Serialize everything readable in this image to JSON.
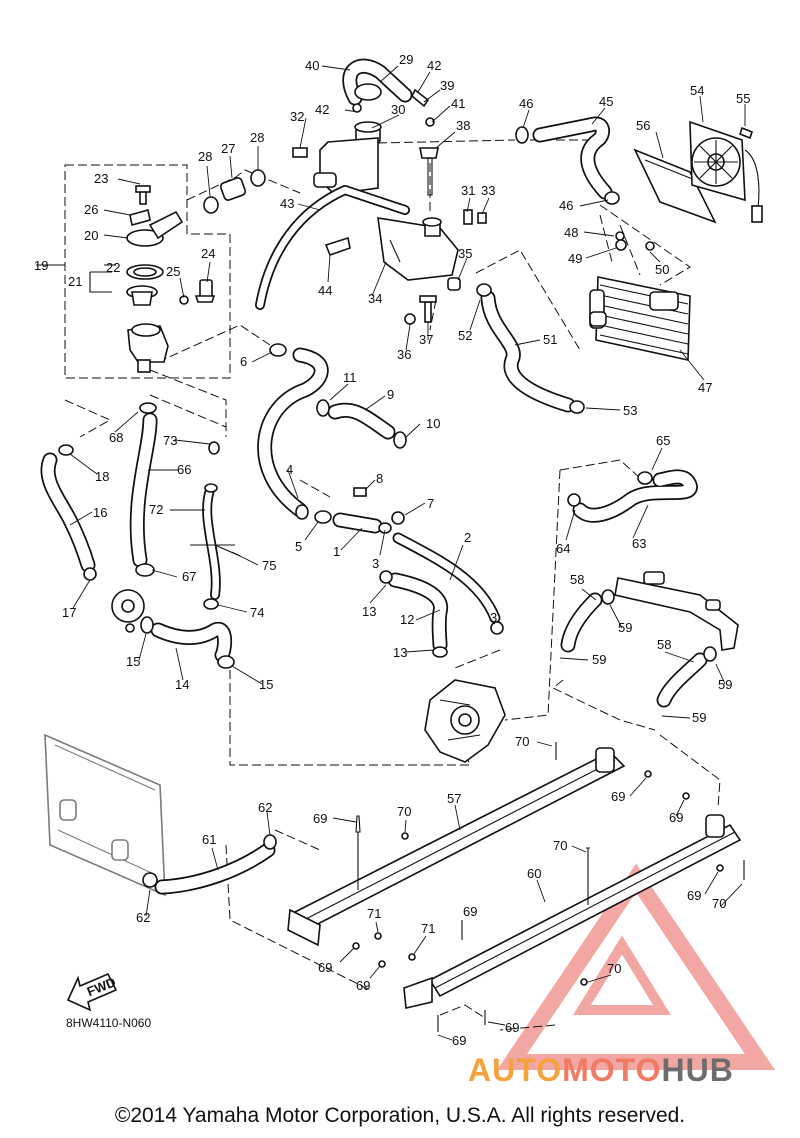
{
  "diagram_code": "8HW4110-N060",
  "fwd_label": "FWD",
  "copyright": "©2014 Yamaha Motor Corporation, U.S.A. All rights reserved.",
  "watermark": {
    "part1": "AUTO",
    "part2": "MOTO",
    "part3": "HUB"
  },
  "colors": {
    "watermark_orange": "#f5a23c",
    "watermark_red": "#e9605a",
    "watermark_grey": "#6d6d6d",
    "line": "#111111"
  },
  "callouts": [
    {
      "id": "c40",
      "text": "40"
    },
    {
      "id": "c29",
      "text": "29"
    },
    {
      "id": "c42a",
      "text": "42"
    },
    {
      "id": "c39",
      "text": "39"
    },
    {
      "id": "c42b",
      "text": "42"
    },
    {
      "id": "c30",
      "text": "30"
    },
    {
      "id": "c41",
      "text": "41"
    },
    {
      "id": "c32",
      "text": "32"
    },
    {
      "id": "c38",
      "text": "38"
    },
    {
      "id": "c46a",
      "text": "46"
    },
    {
      "id": "c45",
      "text": "45"
    },
    {
      "id": "c54",
      "text": "54"
    },
    {
      "id": "c55",
      "text": "55"
    },
    {
      "id": "c56",
      "text": "56"
    },
    {
      "id": "c28a",
      "text": "28"
    },
    {
      "id": "c27",
      "text": "27"
    },
    {
      "id": "c28b",
      "text": "28"
    },
    {
      "id": "c23",
      "text": "23"
    },
    {
      "id": "c26",
      "text": "26"
    },
    {
      "id": "c20",
      "text": "20"
    },
    {
      "id": "c19",
      "text": "19"
    },
    {
      "id": "c22",
      "text": "22"
    },
    {
      "id": "c21",
      "text": "21"
    },
    {
      "id": "c24",
      "text": "24"
    },
    {
      "id": "c25",
      "text": "25"
    },
    {
      "id": "c43",
      "text": "43"
    },
    {
      "id": "c31",
      "text": "31"
    },
    {
      "id": "c33",
      "text": "33"
    },
    {
      "id": "c46b",
      "text": "46"
    },
    {
      "id": "c48",
      "text": "48"
    },
    {
      "id": "c49",
      "text": "49"
    },
    {
      "id": "c50",
      "text": "50"
    },
    {
      "id": "c35",
      "text": "35"
    },
    {
      "id": "c44",
      "text": "44"
    },
    {
      "id": "c34",
      "text": "34"
    },
    {
      "id": "c52",
      "text": "52"
    },
    {
      "id": "c37",
      "text": "37"
    },
    {
      "id": "c36",
      "text": "36"
    },
    {
      "id": "c51",
      "text": "51"
    },
    {
      "id": "c47",
      "text": "47"
    },
    {
      "id": "c6",
      "text": "6"
    },
    {
      "id": "c11",
      "text": "11"
    },
    {
      "id": "c9",
      "text": "9"
    },
    {
      "id": "c53",
      "text": "53"
    },
    {
      "id": "c10",
      "text": "10"
    },
    {
      "id": "c68",
      "text": "68"
    },
    {
      "id": "c73",
      "text": "73"
    },
    {
      "id": "c18",
      "text": "18"
    },
    {
      "id": "c66",
      "text": "66"
    },
    {
      "id": "c4",
      "text": "4"
    },
    {
      "id": "c65",
      "text": "65"
    },
    {
      "id": "c8",
      "text": "8"
    },
    {
      "id": "c7",
      "text": "7"
    },
    {
      "id": "c16",
      "text": "16"
    },
    {
      "id": "c72",
      "text": "72"
    },
    {
      "id": "c5",
      "text": "5"
    },
    {
      "id": "c1",
      "text": "1"
    },
    {
      "id": "c2",
      "text": "2"
    },
    {
      "id": "c3a",
      "text": "3"
    },
    {
      "id": "c64",
      "text": "64"
    },
    {
      "id": "c63",
      "text": "63"
    },
    {
      "id": "c75",
      "text": "75"
    },
    {
      "id": "c67",
      "text": "67"
    },
    {
      "id": "c17",
      "text": "17"
    },
    {
      "id": "c74",
      "text": "74"
    },
    {
      "id": "c13a",
      "text": "13"
    },
    {
      "id": "c58a",
      "text": "58"
    },
    {
      "id": "c12",
      "text": "12"
    },
    {
      "id": "c3b",
      "text": "3"
    },
    {
      "id": "c59a",
      "text": "59"
    },
    {
      "id": "c15a",
      "text": "15"
    },
    {
      "id": "c13b",
      "text": "13"
    },
    {
      "id": "c59b",
      "text": "59"
    },
    {
      "id": "c58b",
      "text": "58"
    },
    {
      "id": "c14",
      "text": "14"
    },
    {
      "id": "c15b",
      "text": "15"
    },
    {
      "id": "c59c",
      "text": "59"
    },
    {
      "id": "c59d",
      "text": "59"
    },
    {
      "id": "c70a",
      "text": "70"
    },
    {
      "id": "c57",
      "text": "57"
    },
    {
      "id": "c69a",
      "text": "69"
    },
    {
      "id": "c62a",
      "text": "62"
    },
    {
      "id": "c70b",
      "text": "70"
    },
    {
      "id": "c69b",
      "text": "69"
    },
    {
      "id": "c69c",
      "text": "69"
    },
    {
      "id": "c61",
      "text": "61"
    },
    {
      "id": "c70c",
      "text": "70"
    },
    {
      "id": "c60",
      "text": "60"
    },
    {
      "id": "c62b",
      "text": "62"
    },
    {
      "id": "c71a",
      "text": "71"
    },
    {
      "id": "c69d",
      "text": "69"
    },
    {
      "id": "c71b",
      "text": "71"
    },
    {
      "id": "c69e",
      "text": "69"
    },
    {
      "id": "c70d",
      "text": "70"
    },
    {
      "id": "c69f",
      "text": "69"
    },
    {
      "id": "c70e",
      "text": "70"
    },
    {
      "id": "c69g",
      "text": "69"
    },
    {
      "id": "c69h",
      "text": "69"
    },
    {
      "id": "c69i",
      "text": "69"
    }
  ]
}
